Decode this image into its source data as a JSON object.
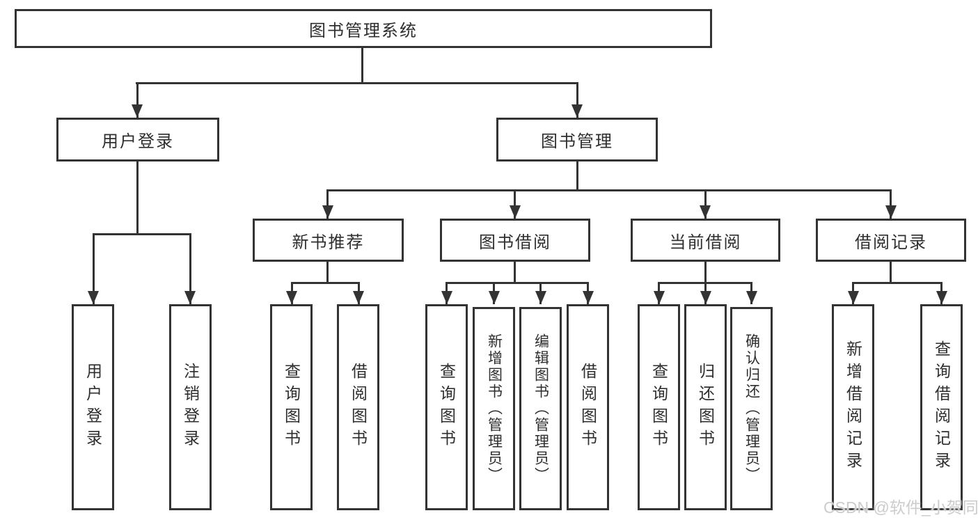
{
  "colors": {
    "line": "#333333",
    "text": "#2e2e2e",
    "watermark": "#cccccc",
    "background": "#ffffff"
  },
  "tree": {
    "label": "图书管理系统",
    "children": [
      {
        "label": "用户登录",
        "children": [
          {
            "label": "用户登录"
          },
          {
            "label": "注销登录"
          }
        ]
      },
      {
        "label": "图书管理",
        "children": [
          {
            "label": "新书推荐",
            "children": [
              {
                "label": "查询图书"
              },
              {
                "label": "借阅图书"
              }
            ]
          },
          {
            "label": "图书借阅",
            "children": [
              {
                "label": "查询图书"
              },
              {
                "label": "新增图书（管理员）"
              },
              {
                "label": "编辑图书（管理员）"
              },
              {
                "label": "借阅图书"
              }
            ]
          },
          {
            "label": "当前借阅",
            "children": [
              {
                "label": "查询图书"
              },
              {
                "label": "归还图书"
              },
              {
                "label": "确认归还（管理员）"
              }
            ]
          },
          {
            "label": "借阅记录",
            "children": [
              {
                "label": "新增借阅记录"
              },
              {
                "label": "查询借阅记录"
              }
            ]
          }
        ]
      }
    ]
  },
  "watermark": {
    "text": "CSDN @软件_小贺同学"
  }
}
